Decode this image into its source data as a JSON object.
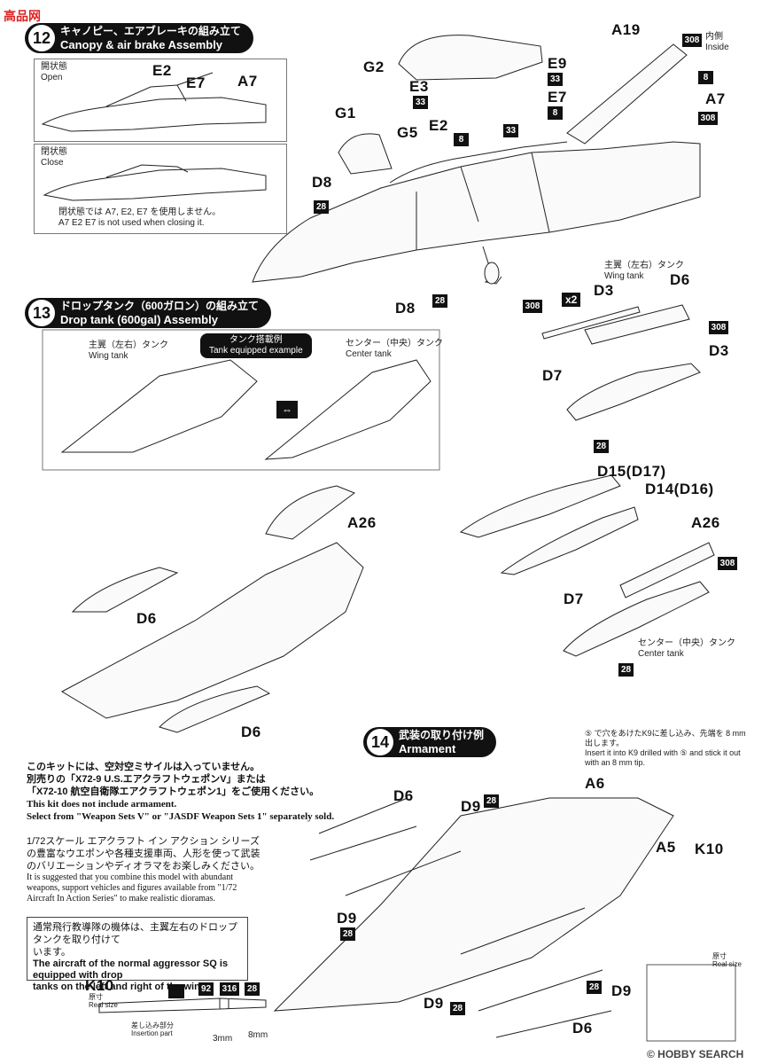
{
  "watermark_top": "高品网",
  "watermark_bottom": "© HOBBY SEARCH",
  "step12": {
    "number": "12",
    "title_jp": "キャノピー、エアブレーキの組み立て",
    "title_en": "Canopy & air brake Assembly",
    "open_jp": "開状態",
    "open_en": "Open",
    "close_jp": "閉状態",
    "close_en": "Close",
    "close_note_jp": "閉状態では A7, E2, E7 を使用しません。",
    "close_note_en": "A7 E2 E7 is not used when closing it.",
    "inside_jp": "内側",
    "inside_en": "Inside"
  },
  "step13": {
    "number": "13",
    "title_jp": "ドロップタンク（600ガロン）の組み立て",
    "title_en": "Drop tank (600gal) Assembly",
    "example_jp": "タンク搭載例",
    "example_en": "Tank equipped example",
    "wing_tank_jp": "主翼（左右）タンク",
    "wing_tank_en": "Wing tank",
    "center_tank_jp": "センター（中央）タンク",
    "center_tank_en": "Center tank",
    "times": "x2"
  },
  "step14": {
    "number": "14",
    "title_jp": "武装の取り付け例",
    "title_en": "Armament",
    "note1_jp": [
      "このキットには、空対空ミサイルは入っていません。",
      "別売りの「X72-9 U.S.エアクラフトウェポンV」または",
      "「X72-10 航空自衛隊エアクラフトウェポン1」をご使用ください。"
    ],
    "note1_en": [
      "This kit does not include armament.",
      "Select from \"Weapon Sets V\" or \"JASDF Weapon Sets 1\" separately sold."
    ],
    "note2_jp": [
      "1/72スケール エアクラフト イン アクション シリーズ",
      "の豊富なウエポンや各種支援車両、人形を使って武装",
      "のバリエーションやディオラマをお楽しみください。"
    ],
    "note2_en": [
      "It is suggested that you combine this model with abundant",
      "weapons, support vehicles and figures available from \"1/72",
      "Aircraft In Action Series\" to make realistic dioramas."
    ],
    "note3_jp": [
      "通常飛行教導隊の機体は、主翼左右のドロップタンクを取り付けて",
      "います。"
    ],
    "note3_en": [
      "The aircraft of the normal aggressor SQ  is equipped with drop",
      "tanks on the left and right of the wing."
    ],
    "k10_note_jp": "⑤ で穴をあけたK9に差し込み、先端を 8 mm 出します。",
    "k10_note_en": [
      "Insert it into K9 drilled with ⑤ and stick it out",
      "with an 8 mm tip."
    ],
    "k10_title": "K10",
    "real_size_jp": "原寸",
    "real_size_en": "Real size",
    "insertion_jp": "差し込み部分",
    "insertion_en": "Insertion part",
    "dim_3": "3mm",
    "dim_8": "8mm"
  },
  "parts": {
    "A19": "A19",
    "G2": "G2",
    "E9": "E9",
    "E3": "E3",
    "E7": "E7",
    "E2": "E2",
    "A7": "A7",
    "G1": "G1",
    "G5": "G5",
    "D8": "D8",
    "D3": "D3",
    "D6": "D6",
    "D7": "D7",
    "D15": "D15(D17)",
    "D14": "D14(D16)",
    "A26": "A26",
    "A6": "A6",
    "A5": "A5",
    "K10": "K10",
    "D9": "D9"
  },
  "codes": {
    "c8": "8",
    "c28": "28",
    "c33": "33",
    "c92": "92",
    "c308": "308",
    "c316": "316"
  }
}
